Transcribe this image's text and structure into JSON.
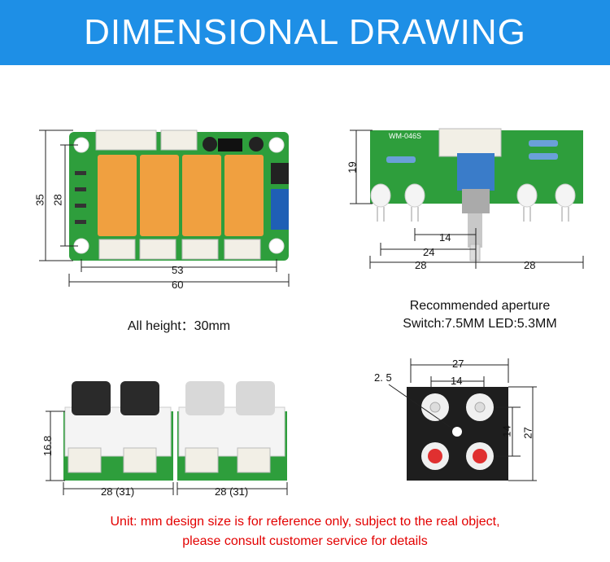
{
  "header": {
    "title": "DIMENSIONAL DRAWING"
  },
  "board1": {
    "dims": {
      "d35": "35",
      "d28": "28",
      "d53": "53",
      "d60": "60"
    },
    "caption": "All height：30mm"
  },
  "board2": {
    "silk": "WM-046S",
    "dims": {
      "d19": "19",
      "d14": "14",
      "d24": "24",
      "d28a": "28",
      "d28b": "28"
    },
    "caption_line1": "Recommended aperture",
    "caption_line2": "Switch:7.5MM LED:5.3MM"
  },
  "board3": {
    "dims": {
      "d168": "16.8",
      "d28a": "28 (31)",
      "d28b": "28 (31)"
    }
  },
  "board4": {
    "dims": {
      "d27h": "27",
      "d14h": "14",
      "d25": "2. 5",
      "d14v": "14",
      "d27v": "27"
    }
  },
  "footer": {
    "line1": "Unit: mm design size is for reference only, subject to the real object,",
    "line2": "please consult customer service for details"
  },
  "colors": {
    "banner": "#1e8fe6",
    "pcb": "#2e9e3c",
    "relay": "#f0a040",
    "note": "#e30000"
  }
}
